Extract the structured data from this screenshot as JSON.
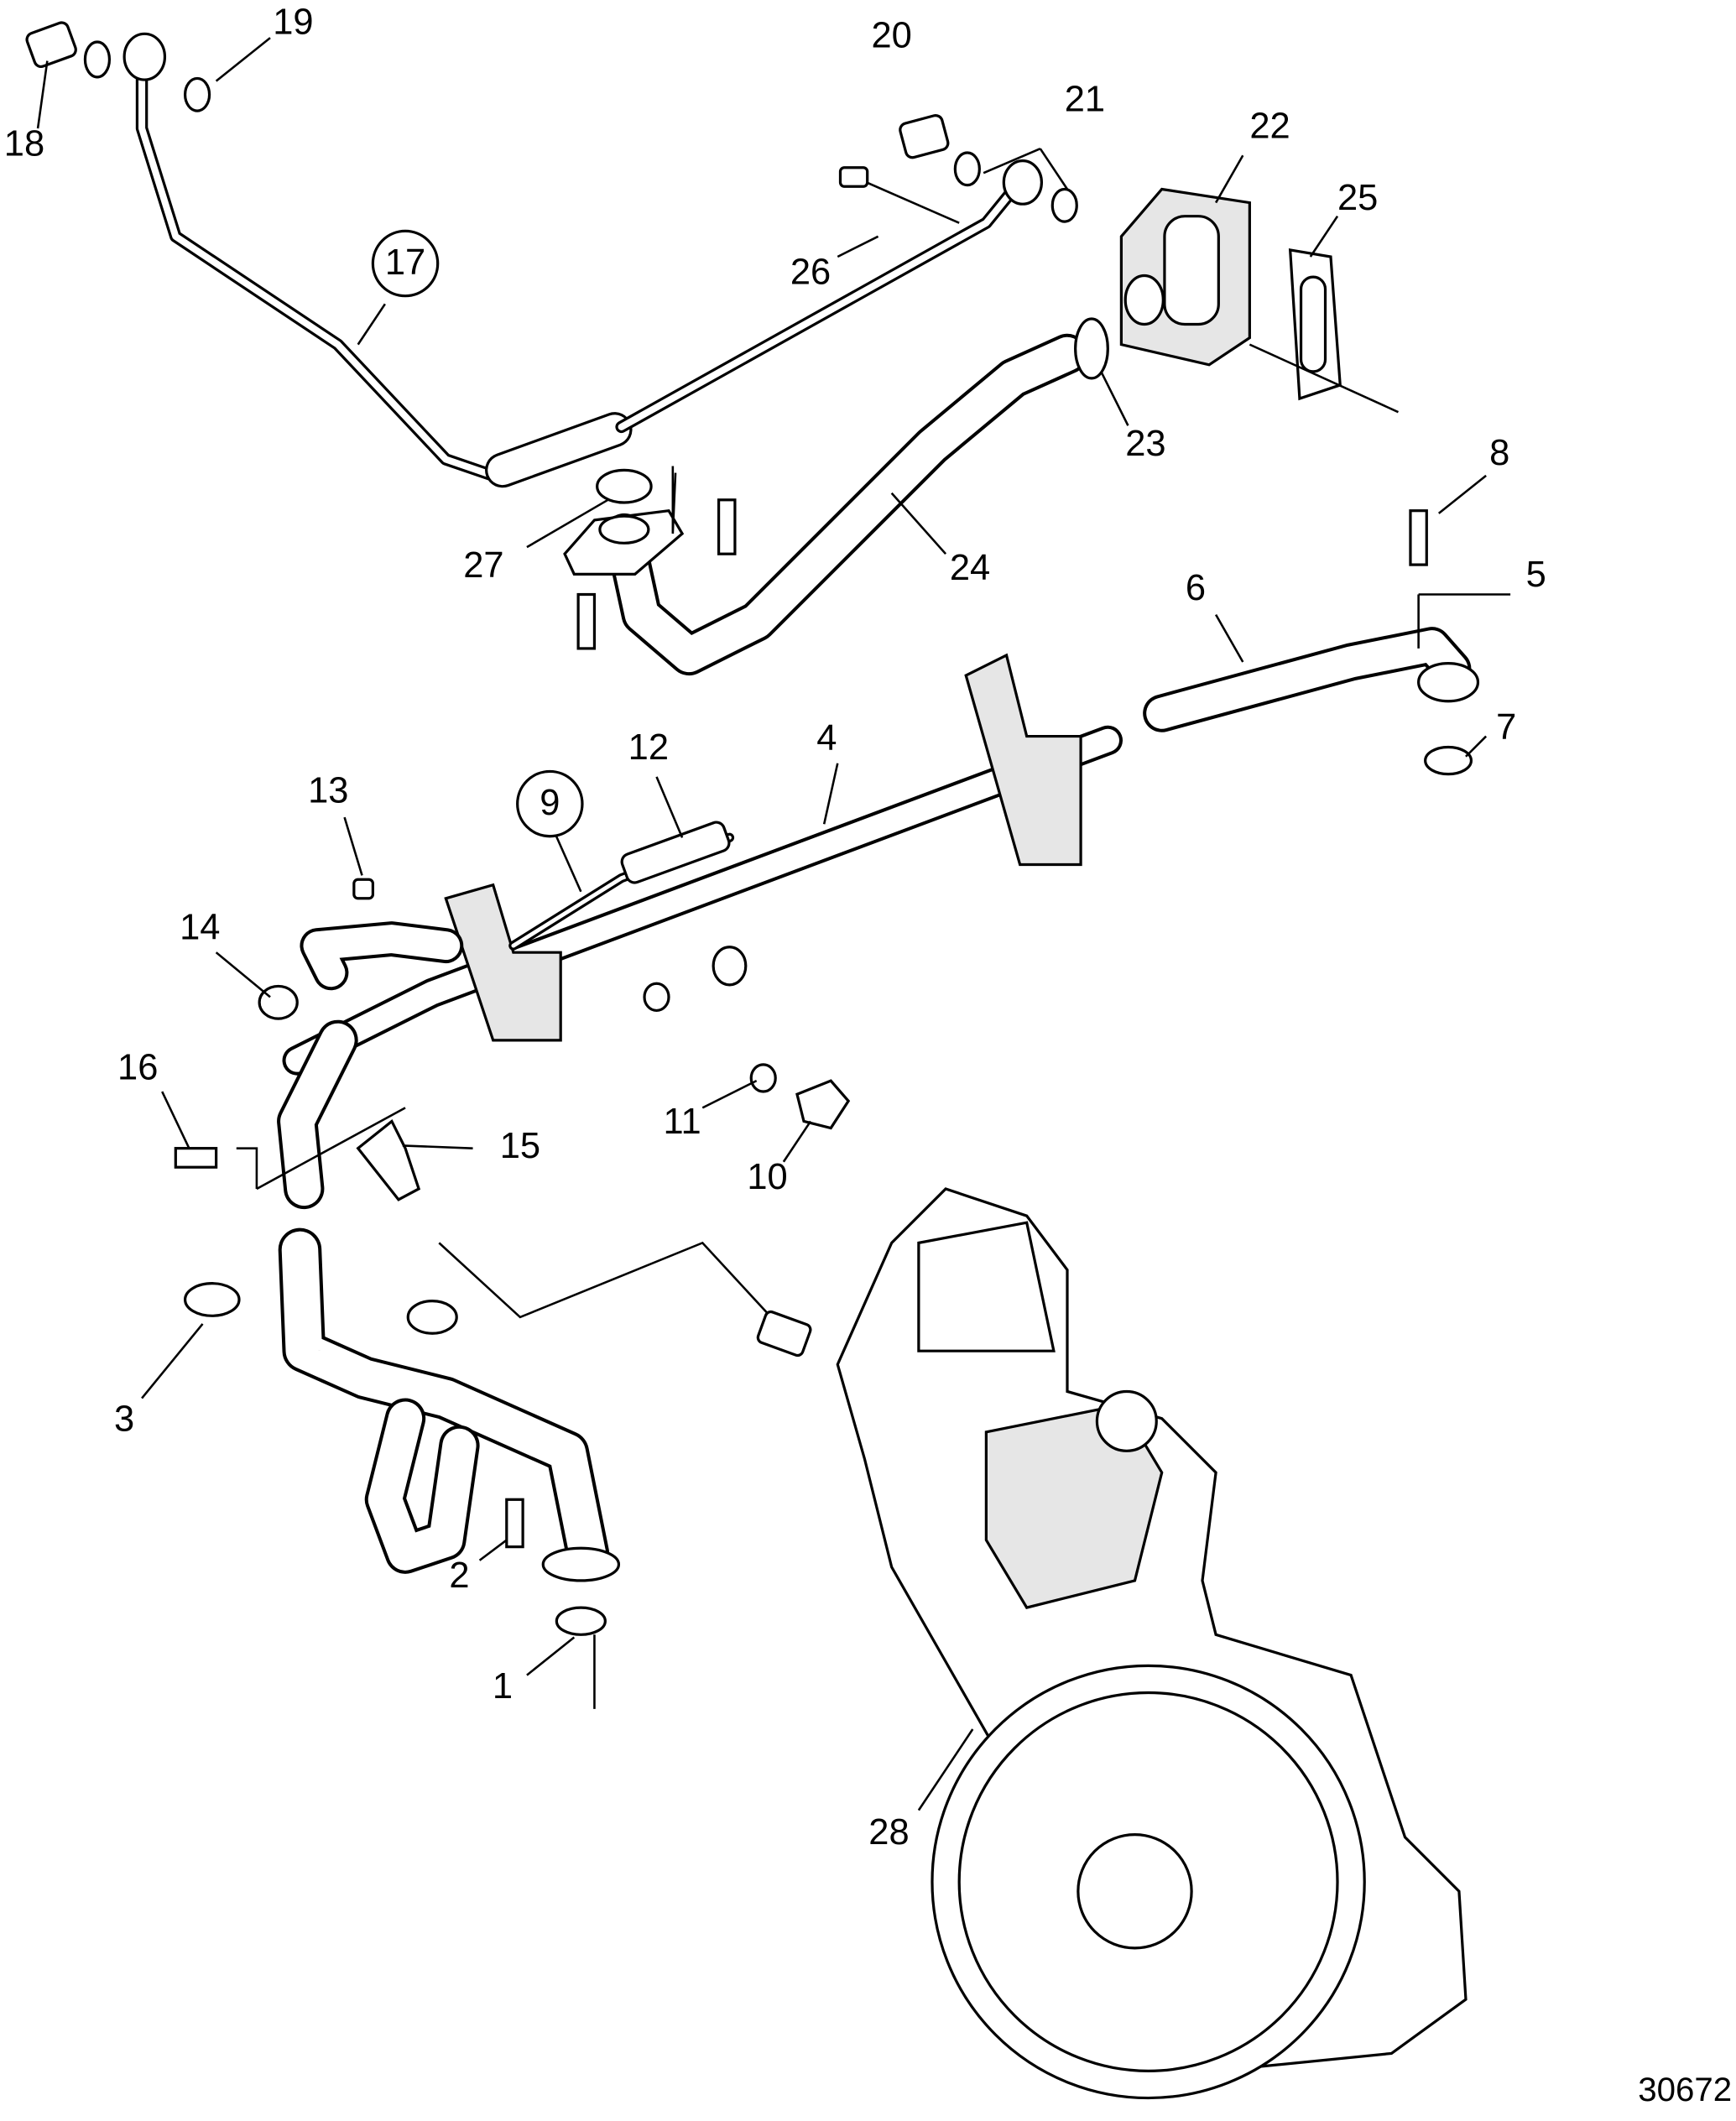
{
  "diagram": {
    "reference_number": "30672",
    "callouts": [
      {
        "id": "1",
        "label": "1"
      },
      {
        "id": "2",
        "label": "2"
      },
      {
        "id": "3",
        "label": "3"
      },
      {
        "id": "4",
        "label": "4"
      },
      {
        "id": "5",
        "label": "5"
      },
      {
        "id": "6",
        "label": "6"
      },
      {
        "id": "7",
        "label": "7"
      },
      {
        "id": "8",
        "label": "8"
      },
      {
        "id": "9",
        "label": "9",
        "circled": true
      },
      {
        "id": "10",
        "label": "10"
      },
      {
        "id": "11",
        "label": "11"
      },
      {
        "id": "12",
        "label": "12"
      },
      {
        "id": "13",
        "label": "13"
      },
      {
        "id": "14",
        "label": "14"
      },
      {
        "id": "15",
        "label": "15"
      },
      {
        "id": "16",
        "label": "16"
      },
      {
        "id": "17",
        "label": "17",
        "circled": true
      },
      {
        "id": "18",
        "label": "18"
      },
      {
        "id": "19",
        "label": "19"
      },
      {
        "id": "20",
        "label": "20"
      },
      {
        "id": "21",
        "label": "21"
      },
      {
        "id": "22",
        "label": "22"
      },
      {
        "id": "23",
        "label": "23"
      },
      {
        "id": "24",
        "label": "24"
      },
      {
        "id": "25",
        "label": "25"
      },
      {
        "id": "26",
        "label": "26"
      },
      {
        "id": "27",
        "label": "27"
      },
      {
        "id": "28",
        "label": "28"
      }
    ]
  }
}
